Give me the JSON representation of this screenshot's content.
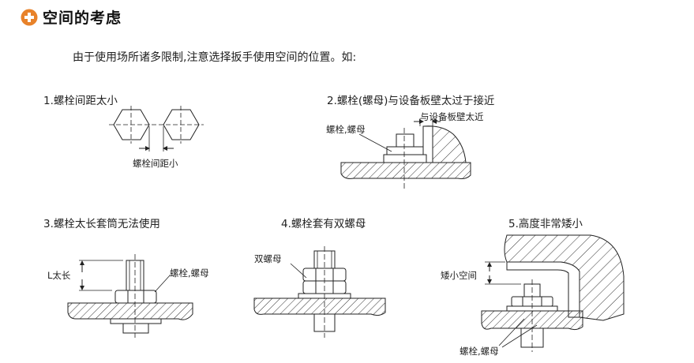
{
  "header": {
    "title": "空间的考虑",
    "icon": "plus-circle-icon",
    "accent": "#e8822a"
  },
  "intro": "由于使用场所诸多限制,注意选择扳手使用空间的位置。如:",
  "figures": [
    {
      "caption": "1.螺栓间距太小",
      "labels": {
        "gap": "螺栓间距小"
      }
    },
    {
      "caption": "2.螺栓(螺母)与设备板壁太过于接近",
      "labels": {
        "bolt": "螺栓,螺母",
        "wall": "与设备板壁太近"
      }
    },
    {
      "caption": "3.螺栓太长套筒无法使用",
      "labels": {
        "length": "L太长",
        "bolt": "螺栓,螺母"
      }
    },
    {
      "caption": "4.螺栓套有双螺母",
      "labels": {
        "double_nut": "双螺母"
      }
    },
    {
      "caption": "5.高度非常矮小",
      "labels": {
        "space": "矮小空间",
        "bolt": "螺栓,螺母"
      }
    }
  ]
}
